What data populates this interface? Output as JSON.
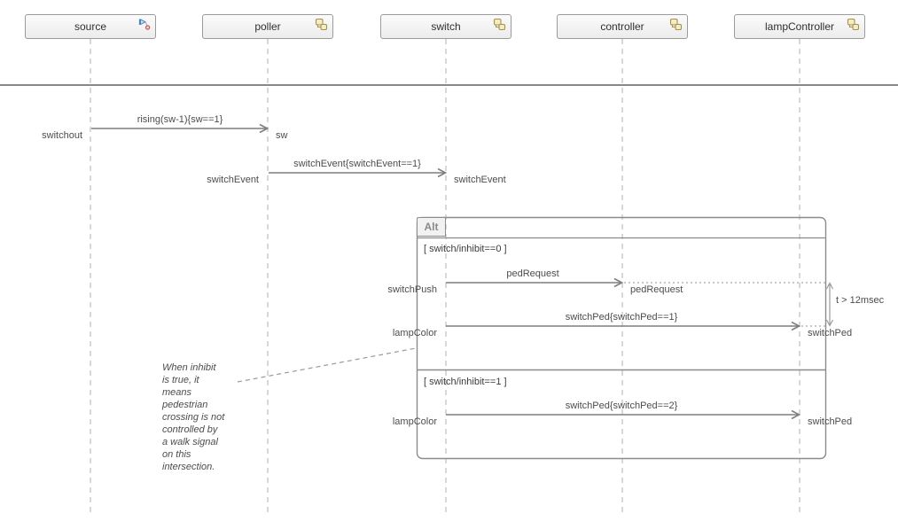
{
  "diagram": {
    "title_hint": "sequence-viewer",
    "lifelines": [
      {
        "name": "source",
        "icon": "signal-source-icon"
      },
      {
        "name": "poller",
        "icon": "component-icon"
      },
      {
        "name": "switch",
        "icon": "component-icon"
      },
      {
        "name": "controller",
        "icon": "component-icon"
      },
      {
        "name": "lampController",
        "icon": "component-icon"
      }
    ],
    "messages": [
      {
        "from": "source",
        "to": "poller",
        "label": "rising(sw-1){sw==1}",
        "from_port": "switchout",
        "to_port": "sw"
      },
      {
        "from": "poller",
        "to": "switch",
        "label": "switchEvent{switchEvent==1}",
        "from_port": "switchEvent",
        "to_port": "switchEvent"
      },
      {
        "from": "switch",
        "to": "controller",
        "label": "pedRequest",
        "from_port": "switchPush",
        "to_port": "pedRequest"
      },
      {
        "from": "switch",
        "to": "lampController",
        "label": "switchPed{switchPed==1}",
        "from_port": "lampColor",
        "to_port": "switchPed"
      },
      {
        "from": "switch",
        "to": "lampController",
        "label": "switchPed{switchPed==2}",
        "from_port": "lampColor",
        "to_port": "switchPed"
      }
    ],
    "alt_fragment": {
      "operator": "Alt",
      "guards": [
        "[ switch/inhibit==0 ]",
        "[ switch/inhibit==1 ]"
      ]
    },
    "duration_constraint": "t > 12msec",
    "note_lines": [
      "When inhibit",
      "is true, it",
      "means",
      "pedestrian",
      "crossing is not",
      "controlled by",
      "a walk signal",
      "on this",
      "intersection."
    ],
    "colors": {
      "arrow": "#7f7f7f",
      "lifeline": "#c7c7c7",
      "fragment_border": "#8c8c8c",
      "icon_yellow": "#f5ecc3",
      "icon_yellow_stroke": "#a3914e",
      "icon_blue": "#4f81bd",
      "icon_red": "#c0504d"
    }
  }
}
